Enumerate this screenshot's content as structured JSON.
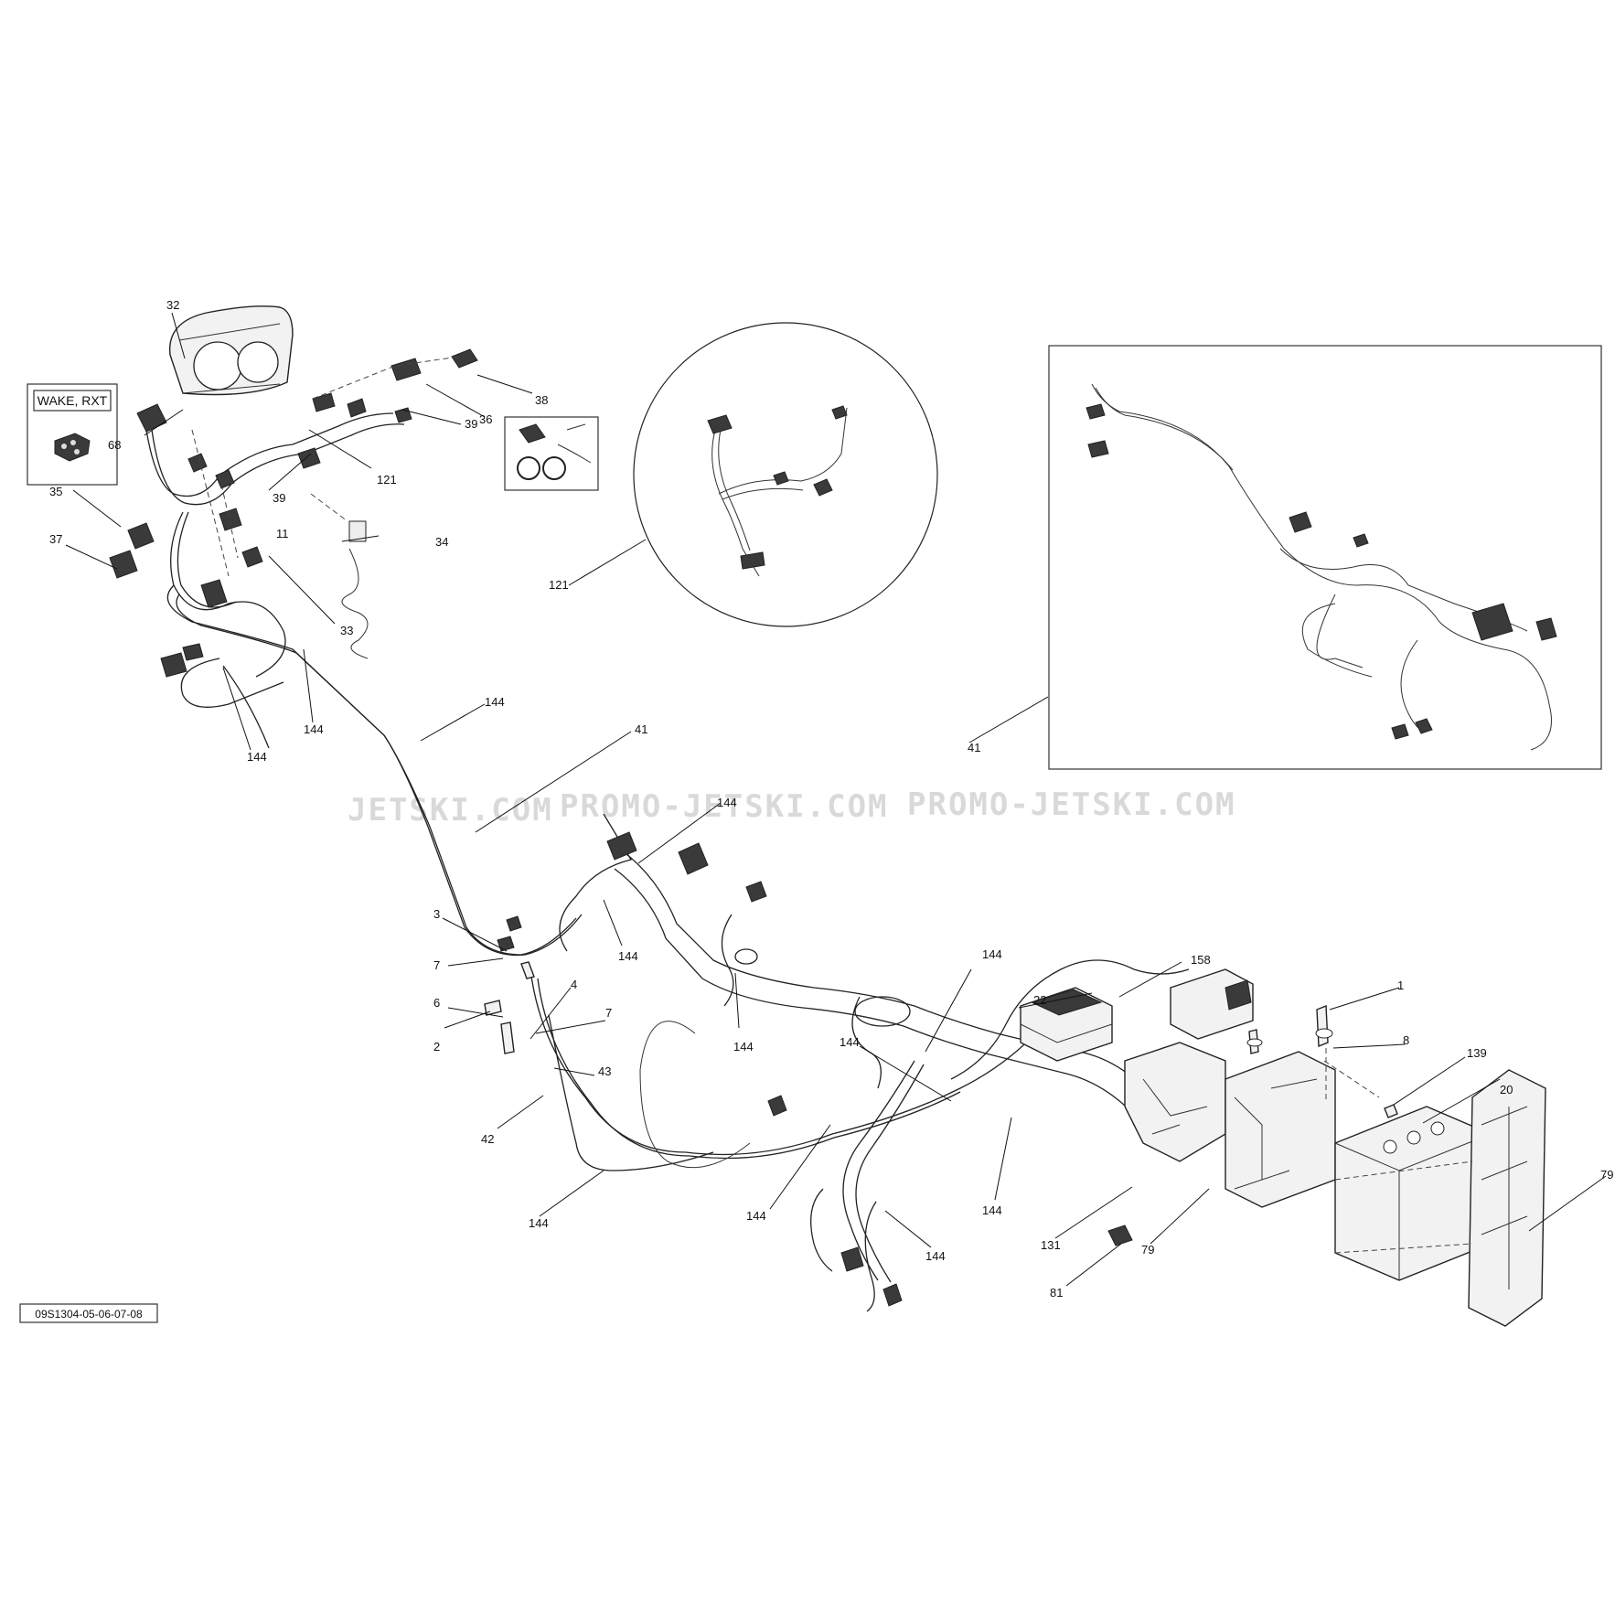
{
  "variant_box": {
    "label": "WAKE, RXT"
  },
  "diagram_code": "09S1304-05-06-07-08",
  "watermarks": [
    "JETSKI.COM",
    "PROMO-JETSKI.COM",
    "PROMO-JETSKI.COM"
  ],
  "callouts": {
    "c32": "32",
    "c38": "38",
    "c36": "36",
    "c39a": "39",
    "c68": "68",
    "c121a": "121",
    "c39b": "39",
    "c35": "35",
    "c11": "11",
    "c34": "34",
    "c37": "37",
    "c33": "33",
    "c144a": "144",
    "c144b": "144",
    "c144c": "144",
    "c41a": "41",
    "c121b": "121",
    "c41b": "41",
    "c144d": "144",
    "c3": "3",
    "c7a": "7",
    "c144e": "144",
    "c144f": "144",
    "c4": "4",
    "c6": "6",
    "c7b": "7",
    "c2": "2",
    "c43": "43",
    "c42": "42",
    "c144g": "144",
    "c144h": "144",
    "c144i": "144",
    "c144j": "144",
    "c144k": "144",
    "c22": "22",
    "c158": "158",
    "c1": "1",
    "c8": "8",
    "c139": "139",
    "c20": "20",
    "c79a": "79",
    "c131": "131",
    "c79b": "79",
    "c81": "81",
    "c144l": "144"
  },
  "icons": [
    "gauge-cluster-icon",
    "switch-icon",
    "connector-icon",
    "battery-icon",
    "fuse-box-icon",
    "bracket-icon"
  ]
}
